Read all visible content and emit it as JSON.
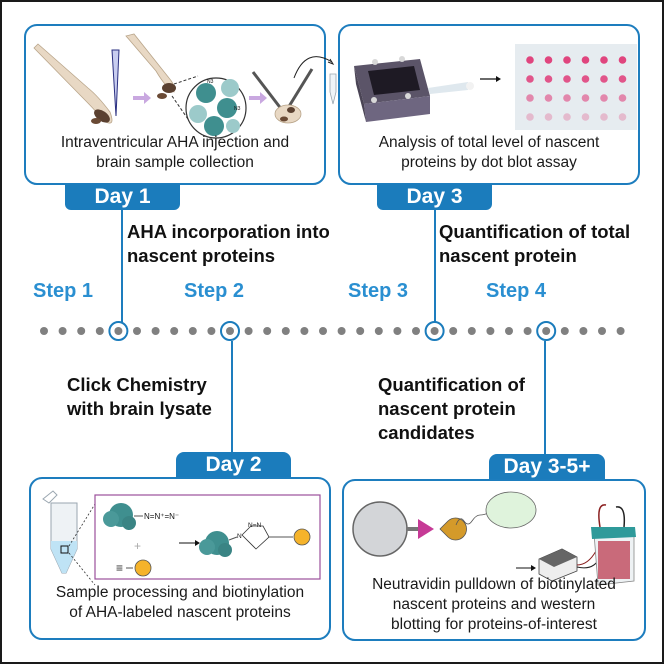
{
  "colors": {
    "accent_blue": "#1b7cbc",
    "step_blue": "#2a8fd1",
    "timeline_dot": "#808080",
    "frame": "#1a1a1a",
    "protein_teal": "#3f8f8f",
    "biotin_yellow": "#f5b32b",
    "dot_blot_pink": "#e0457e",
    "box_purple": "#9b4f9b"
  },
  "panels": {
    "day1": {
      "tab": "Day 1",
      "caption_line1": "Intraventricular AHA injection and",
      "caption_line2": "brain sample collection",
      "illustration": [
        "zebrafish-larva",
        "injection-pipette-icon",
        "arrow-icon",
        "zebrafish-larva-head",
        "magnified-proteins-N3",
        "arrow-icon",
        "forceps-dissection",
        "microtube-icon"
      ],
      "azide_label": "N3"
    },
    "day3": {
      "tab": "Day 3",
      "caption_line1": "Analysis of total level of nascent",
      "caption_line2": "proteins by dot blot assay",
      "illustration": [
        "dot-blot-apparatus",
        "arrow-icon",
        "dot-blot-membrane"
      ],
      "dot_blot": {
        "rows": 4,
        "cols": 6,
        "row_intensity": [
          1.0,
          0.9,
          0.6,
          0.3
        ]
      }
    },
    "day2": {
      "tab": "Day 2",
      "caption_line1": "Sample processing and biotinylation",
      "caption_line2": "of AHA-labeled nascent proteins",
      "chem": {
        "azide": "N=N⁺=N⁻",
        "plus": "+",
        "alkyne": "≡",
        "triazole_top": "N=N",
        "triazole_n": "N"
      }
    },
    "day35": {
      "tab": "Day 3-5+",
      "caption_line1": "Neutravidin pulldown of biotinylated",
      "caption_line2": "nascent proteins and western",
      "caption_line3": "blotting for proteins-of-interest",
      "illustration": [
        "neutravidin-bead",
        "biotin-tag",
        "neutravidin",
        "linker",
        "protein-of-interest",
        "arrow-icon",
        "power-supply",
        "western-blot-tank"
      ]
    }
  },
  "timeline": {
    "dot_count": 32,
    "steps": [
      {
        "label": "Step 1",
        "description_line1": "AHA incorporation into",
        "description_line2": "nascent proteins",
        "dot_index": 4
      },
      {
        "label": "Step 2",
        "description_line1": "Click Chemistry",
        "description_line2": "with brain lysate",
        "dot_index": 10
      },
      {
        "label": "Step 3",
        "description_line1": "Quantification of total",
        "description_line2": "nascent protein",
        "dot_index": 21
      },
      {
        "label": "Step 4",
        "description_line1": "Quantification of",
        "description_line2": "nascent protein",
        "description_line3": "candidates",
        "dot_index": 27
      }
    ]
  }
}
